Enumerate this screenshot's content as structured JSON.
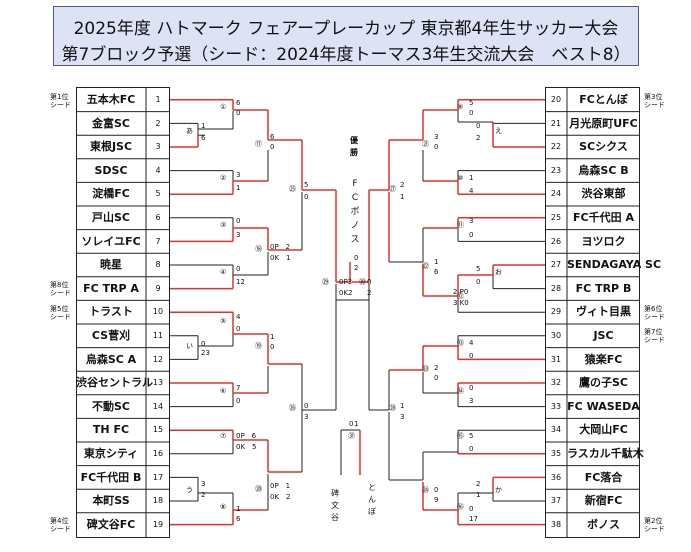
{
  "title": {
    "line1": "2025年度 ハトマーク フェアープレーカップ 東京都4年生サッカー大会",
    "line2": "第7ブロック予選（シード：2024年度トーマス3年生交流大会　ベスト8）"
  },
  "left_teams": [
    "五本木FC",
    "金富SC",
    "東根JSC",
    "SDSC",
    "淀橋FC",
    "戸山SC",
    "ソレイユFC",
    "暁星",
    "FC TRP A",
    "トラスト",
    "CS菅刈",
    "烏森SC A",
    "渋谷セントラル",
    "不動SC",
    "TH FC",
    "東京シティ",
    "FC千代田 B",
    "本町SS",
    "碑文谷FC"
  ],
  "right_teams": [
    "FCとんぼ",
    "月光原町UFC",
    "SCシクス",
    "烏森SC B",
    "渋谷東部",
    "FC千代田 A",
    "ヨツロク",
    "SENDAGAYA SC",
    "FC TRP B",
    "ヴィト目黒",
    "JSC",
    "猿楽FC",
    "鷹の子SC",
    "FC WASEDA",
    "大岡山FC",
    "ラスカル千駄木",
    "FC落合",
    "新宿FC",
    "ボノス"
  ],
  "left_nums": [
    "1",
    "2",
    "3",
    "4",
    "5",
    "6",
    "7",
    "8",
    "9",
    "10",
    "11",
    "12",
    "13",
    "14",
    "15",
    "16",
    "17",
    "18",
    "19"
  ],
  "right_nums": [
    "20",
    "21",
    "22",
    "23",
    "24",
    "25",
    "26",
    "27",
    "28",
    "29",
    "30",
    "31",
    "32",
    "33",
    "34",
    "35",
    "36",
    "37",
    "38"
  ],
  "seeds": {
    "l1": "第1位\nシード",
    "l8": "第8位\nシード",
    "l5": "第5位\nシード",
    "l4": "第4位\nシード",
    "r3": "第3位\nシード",
    "r6": "第6位\nシード",
    "r7": "第7位\nシード",
    "r2": "第2位\nシード"
  },
  "champion": {
    "label": "優勝",
    "name": "FCボノス"
  },
  "third_place": {
    "left": "碑文谷",
    "right": "とんぼ",
    "score_l": "0",
    "score_r": "1"
  },
  "match_labels": {
    "m1": "①",
    "m2": "②",
    "m3": "③",
    "m4": "④",
    "m5": "⑤",
    "m6": "⑥",
    "m7": "⑦",
    "m8": "⑧",
    "m9": "⑨",
    "m10": "⑩",
    "m11": "⑪",
    "m12": "⑫",
    "m13": "⑬",
    "m14": "⑭",
    "m15": "⑮",
    "m16": "⑯",
    "m17": "⑰",
    "m18": "⑱",
    "m19": "⑲",
    "m20": "⑳",
    "m21": "㉑",
    "m22": "㉒",
    "m23": "㉓",
    "m24": "㉔",
    "m25": "㉕",
    "m26": "㉖",
    "m27": "㉗",
    "m28": "㉘",
    "m29": "㉙",
    "m30": "㉚",
    "m31": "㉛",
    "a": "あ",
    "i": "い",
    "u": "う",
    "e": "え",
    "o": "お",
    "ka": "か"
  }
}
